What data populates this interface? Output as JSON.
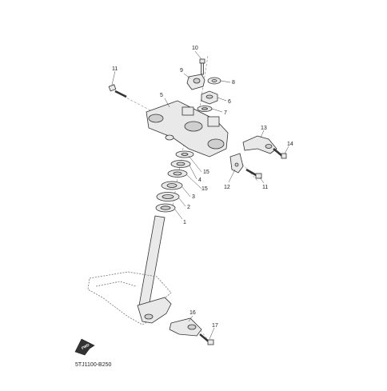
{
  "diagram": {
    "code": "5TJ1100-B250",
    "fwd_label": "FWD",
    "callouts": {
      "c1": "1",
      "c2": "2",
      "c3": "3",
      "c4": "4",
      "c5": "5",
      "c6": "6",
      "c7": "7",
      "c8": "8",
      "c9": "9",
      "c10": "10",
      "c11a": "11",
      "c11b": "11",
      "c12": "12",
      "c13": "13",
      "c14": "14",
      "c15a": "15",
      "c15b": "15",
      "c16": "16",
      "c17": "17"
    }
  }
}
